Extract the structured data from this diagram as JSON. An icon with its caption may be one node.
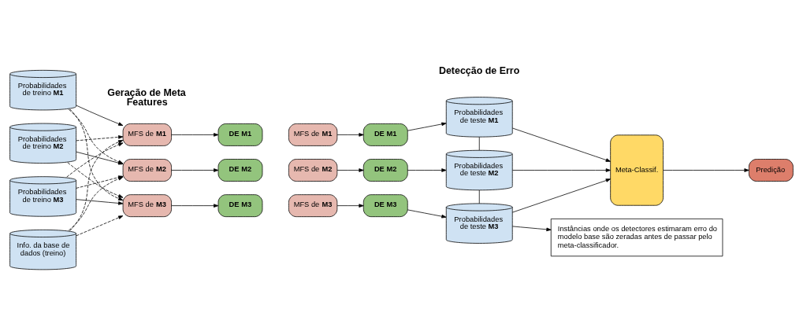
{
  "diagram": {
    "nodes": [
      {
        "text": [
          "Probabilidades de treino **M1**"
        ]
      },
      {
        "text": [
          "Probabilidades de treino **M2**"
        ]
      },
      {
        "text": [
          "Probabilidades de treino **M3**"
        ]
      },
      {
        "text": [
          "Info. da base de dados (treino)"
        ]
      },
      {
        "text": [
          "MFS de **M1**"
        ]
      },
      {
        "text": [
          "MFS de **M2**"
        ]
      },
      {
        "text": [
          "MFS de **M3**"
        ]
      },
      {
        "text": [
          "**DE M1**"
        ]
      },
      {
        "text": [
          "**DE M2**"
        ]
      },
      {
        "text": [
          "**DE M3**"
        ]
      },
      {
        "text": [
          "MFS de **M1**"
        ]
      },
      {
        "text": [
          "MFS de **M2**"
        ]
      },
      {
        "text": [
          "MFS de **M3**"
        ]
      },
      {
        "text": [
          "**DE M1**"
        ]
      },
      {
        "text": [
          "**DE M2**"
        ]
      },
      {
        "text": [
          "**DE M3**"
        ]
      },
      {
        "text": [
          "Probabilidades de teste **M1**"
        ]
      },
      {
        "text": [
          "Probabilidades de teste **M2**"
        ]
      },
      {
        "text": [
          "Probabilidades de teste **M3**"
        ]
      },
      {
        "text": [
          "Meta-Classif."
        ]
      },
      {
        "text": [
          "Predição"
        ]
      },
      {
        "text": [
          "Instâncias onde os detectores estimaram erro do modelo base são zeradas antes de passar pelo meta-classificador."
        ]
      }
    ],
    "edges": [
      {
        "from": 0,
        "to": 4,
        "arrow": "to"
      },
      {
        "from": 0,
        "to": 5,
        "arrow": "to",
        "style": "dashed"
      },
      {
        "from": 0,
        "to": 6,
        "arrow": "to",
        "style": "dashed"
      },
      {
        "from": 1,
        "to": 4,
        "arrow": "to",
        "style": "dashed"
      },
      {
        "from": 1,
        "to": 5,
        "arrow": "to"
      },
      {
        "from": 1,
        "to": 6,
        "arrow": "to",
        "style": "dashed"
      },
      {
        "from": 2,
        "to": 4,
        "arrow": "to",
        "style": "dashed"
      },
      {
        "from": 2,
        "to": 5,
        "arrow": "to",
        "style": "dashed"
      },
      {
        "from": 2,
        "to": 6,
        "arrow": "to"
      },
      {
        "from": 3,
        "to": 4,
        "arrow": "to",
        "style": "dashed"
      },
      {
        "from": 3,
        "to": 5,
        "arrow": "to",
        "style": "dashed"
      },
      {
        "from": 3,
        "to": 6,
        "arrow": "to",
        "style": "dashed"
      },
      {
        "from": 4,
        "to": 7,
        "arrow": "to"
      },
      {
        "from": 5,
        "to": 8,
        "arrow": "to"
      },
      {
        "from": 6,
        "to": 9,
        "arrow": "to"
      },
      {
        "from": 10,
        "to": 13,
        "arrow": "to"
      },
      {
        "from": 11,
        "to": 14,
        "arrow": "to"
      },
      {
        "from": 12,
        "to": 15,
        "arrow": "to"
      },
      {
        "from": 13,
        "to": 16,
        "arrow": "to"
      },
      {
        "from": 14,
        "to": 17,
        "arrow": "to"
      },
      {
        "from": 15,
        "to": 18,
        "arrow": "to"
      },
      {
        "from": 16,
        "to": 17,
        "arrow": "none"
      },
      {
        "from": 17,
        "to": 18,
        "arrow": "none"
      },
      {
        "from": 16,
        "to": 19,
        "arrow": "to"
      },
      {
        "from": 17,
        "to": 19,
        "arrow": "to"
      },
      {
        "from": 18,
        "to": 19,
        "arrow": "to"
      },
      {
        "from": 19,
        "to": 20,
        "arrow": "to"
      },
      {
        "from": 18,
        "to": 21,
        "arrow": "to"
      }
    ],
    "labels": [
      "Geração de Meta Features",
      "Detecção de Erro"
    ]
  }
}
